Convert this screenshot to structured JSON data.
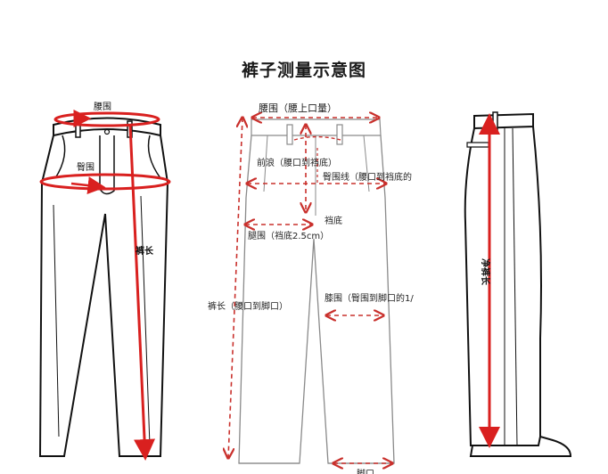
{
  "title": "裤子测量示意图",
  "colors": {
    "measure": "#d9201f",
    "measure_dashed": "#c9302c",
    "outline": "#111111",
    "outline_light": "#8a8a8a"
  },
  "left_figure": {
    "waist_label": "腰围",
    "hip_label": "臀围",
    "length_label": "裤长"
  },
  "center_figure": {
    "waist_label": "腰围（腰上口量）",
    "front_rise_label": "前浪（腰口到裆底）",
    "hip_line_label": "臀围线（腰口到裆底的",
    "crotch_label": "裆底",
    "thigh_label": "腿围（裆底2.5cm）",
    "outseam_label": "裤长（腰口到脚口）",
    "knee_label": "膝围（臀围到脚口的1/",
    "hem_label": "脚口"
  },
  "right_figure": {
    "net_length_label": "净裤长"
  }
}
